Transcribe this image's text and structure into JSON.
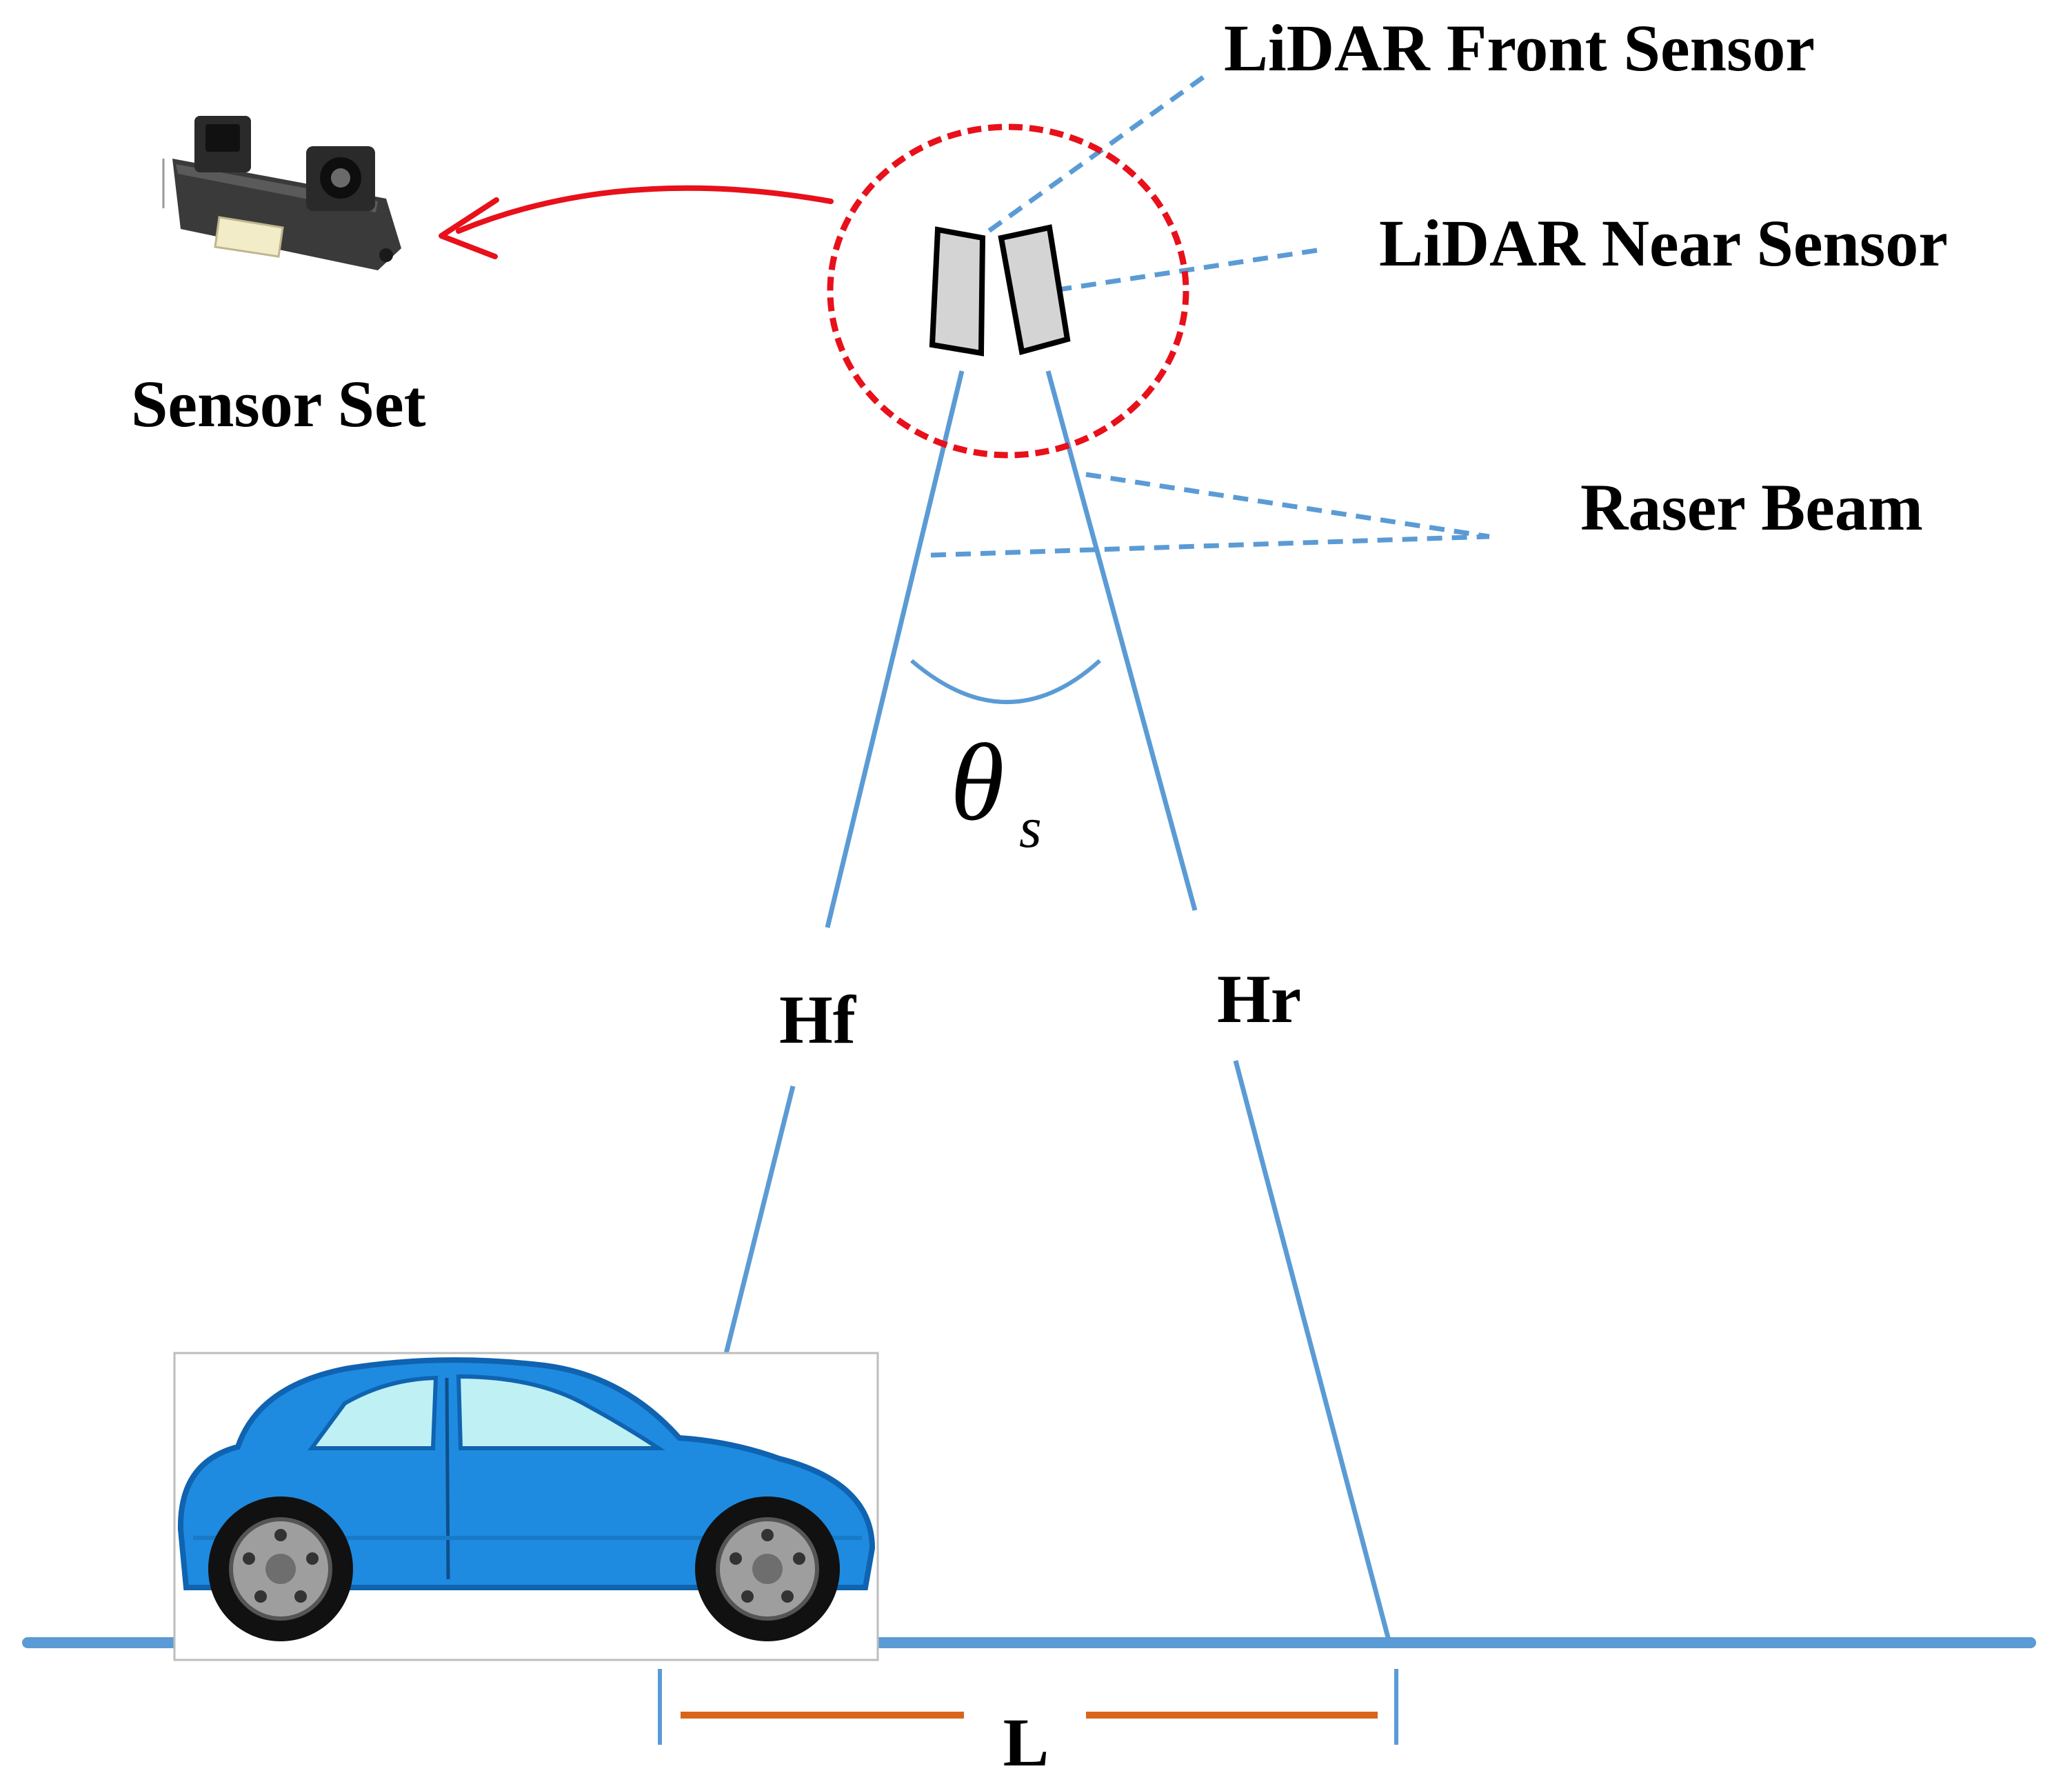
{
  "labels": {
    "front_sensor": "LiDAR Front Sensor",
    "near_sensor": "LiDAR Near Sensor",
    "sensor_set": "Sensor Set",
    "beam": "Raser Beam",
    "hf": "Hf",
    "hr": "Hr",
    "theta": "θ",
    "theta_sub": "s",
    "length": "L"
  },
  "colors": {
    "beam": "#5b9bd5",
    "ground": "#5b9bd5",
    "callout_dash": "#5b9bd5",
    "circle": "#e8101a",
    "arrow": "#e8101a",
    "measure": "#d9651b",
    "car_body": "#1e8be0",
    "car_window": "#bff0f4",
    "sensor_fill": "#d4d4d4"
  },
  "icons": {
    "sensor_photo": "lidar-sensor-module-icon",
    "car": "blue-car-icon"
  }
}
